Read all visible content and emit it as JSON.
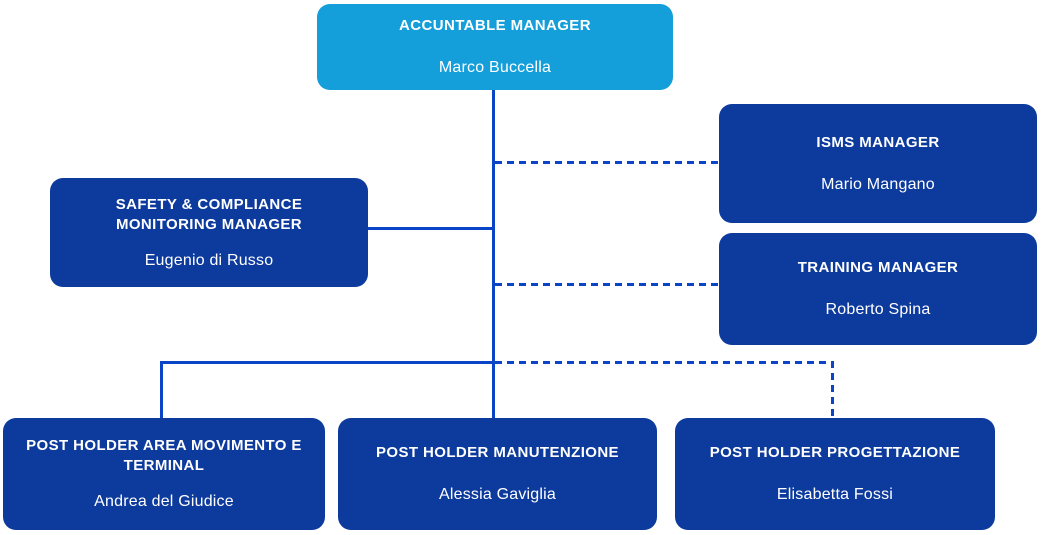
{
  "colors": {
    "background": "#ffffff",
    "accent_box": "#149eda",
    "primary_box": "#0d3a9d",
    "connector": "#0b45c7",
    "text": "#ffffff"
  },
  "boxes": {
    "accountable": {
      "title": "ACCUNTABLE MANAGER",
      "name": "Marco Buccella"
    },
    "isms": {
      "title": "ISMS MANAGER",
      "name": "Mario Mangano"
    },
    "safety": {
      "title": "SAFETY & COMPLIANCE MONITORING MANAGER",
      "name": "Eugenio di Russo"
    },
    "training": {
      "title": "TRAINING MANAGER",
      "name": "Roberto Spina"
    },
    "post_holder_movimento": {
      "title": "POST HOLDER AREA MOVIMENTO E TERMINAL",
      "name": "Andrea del Giudice"
    },
    "post_holder_manutenzione": {
      "title": "POST HOLDER MANUTENZIONE",
      "name": "Alessia Gaviglia"
    },
    "post_holder_progettazione": {
      "title": "POST HOLDER PROGETTAZIONE",
      "name": "Elisabetta Fossi"
    }
  },
  "connections": [
    {
      "from": "accountable",
      "to": "isms",
      "style": "dashed"
    },
    {
      "from": "accountable",
      "to": "training",
      "style": "dashed"
    },
    {
      "from": "accountable",
      "to": "safety",
      "style": "solid"
    },
    {
      "from": "accountable",
      "to": "post_holder_movimento",
      "style": "solid"
    },
    {
      "from": "accountable",
      "to": "post_holder_manutenzione",
      "style": "solid"
    },
    {
      "from": "accountable",
      "to": "post_holder_progettazione",
      "style": "dashed"
    }
  ]
}
